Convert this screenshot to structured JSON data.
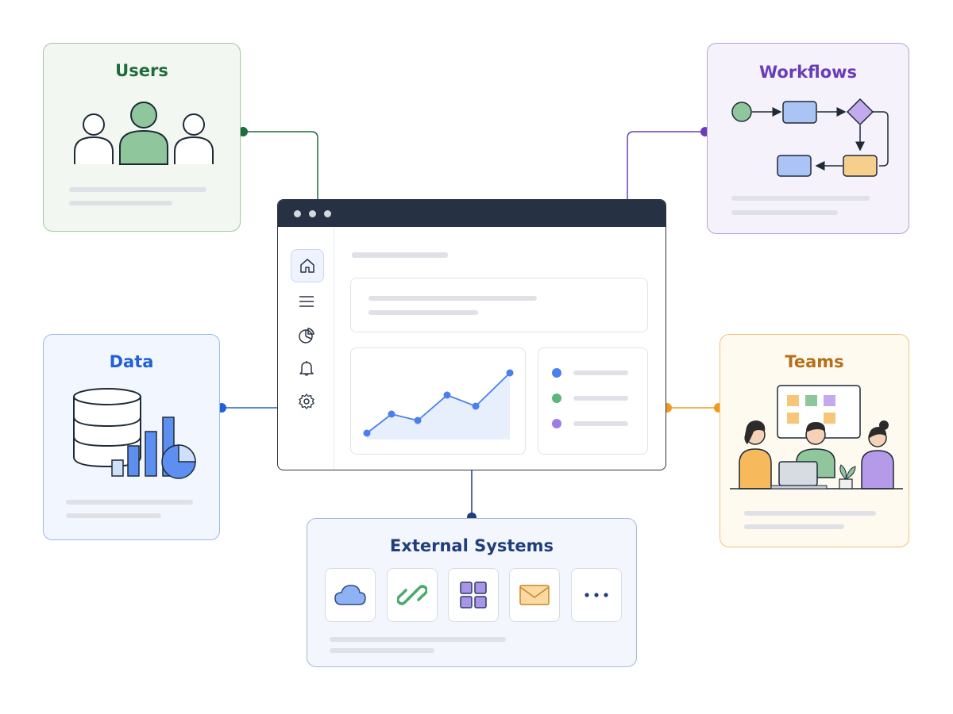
{
  "nodes": {
    "users": {
      "title": "Users",
      "color": "#1e6b3c"
    },
    "workflows": {
      "title": "Workflows",
      "color": "#6a3db8"
    },
    "data": {
      "title": "Data",
      "color": "#2160d8"
    },
    "teams": {
      "title": "Teams",
      "color": "#b56f1b"
    },
    "external": {
      "title": "External Systems",
      "color": "#1f3e7a"
    }
  },
  "external_tiles": [
    {
      "icon": "cloud-icon"
    },
    {
      "icon": "link-icon"
    },
    {
      "icon": "grid-icon"
    },
    {
      "icon": "mail-icon"
    },
    {
      "icon": "more-icon"
    }
  ],
  "app": {
    "sidebar_icons": [
      "home-icon",
      "menu-icon",
      "pie-chart-icon",
      "bell-icon",
      "gear-icon"
    ],
    "legend_colors": [
      "#4a7ff0",
      "#5cb878",
      "#9b7fe0"
    ]
  },
  "connector_colors": {
    "users": "#1e6b3c",
    "workflows": "#6a3db8",
    "data": "#2160d8",
    "teams": "#ef9a1f",
    "external": "#1f3e7a"
  }
}
